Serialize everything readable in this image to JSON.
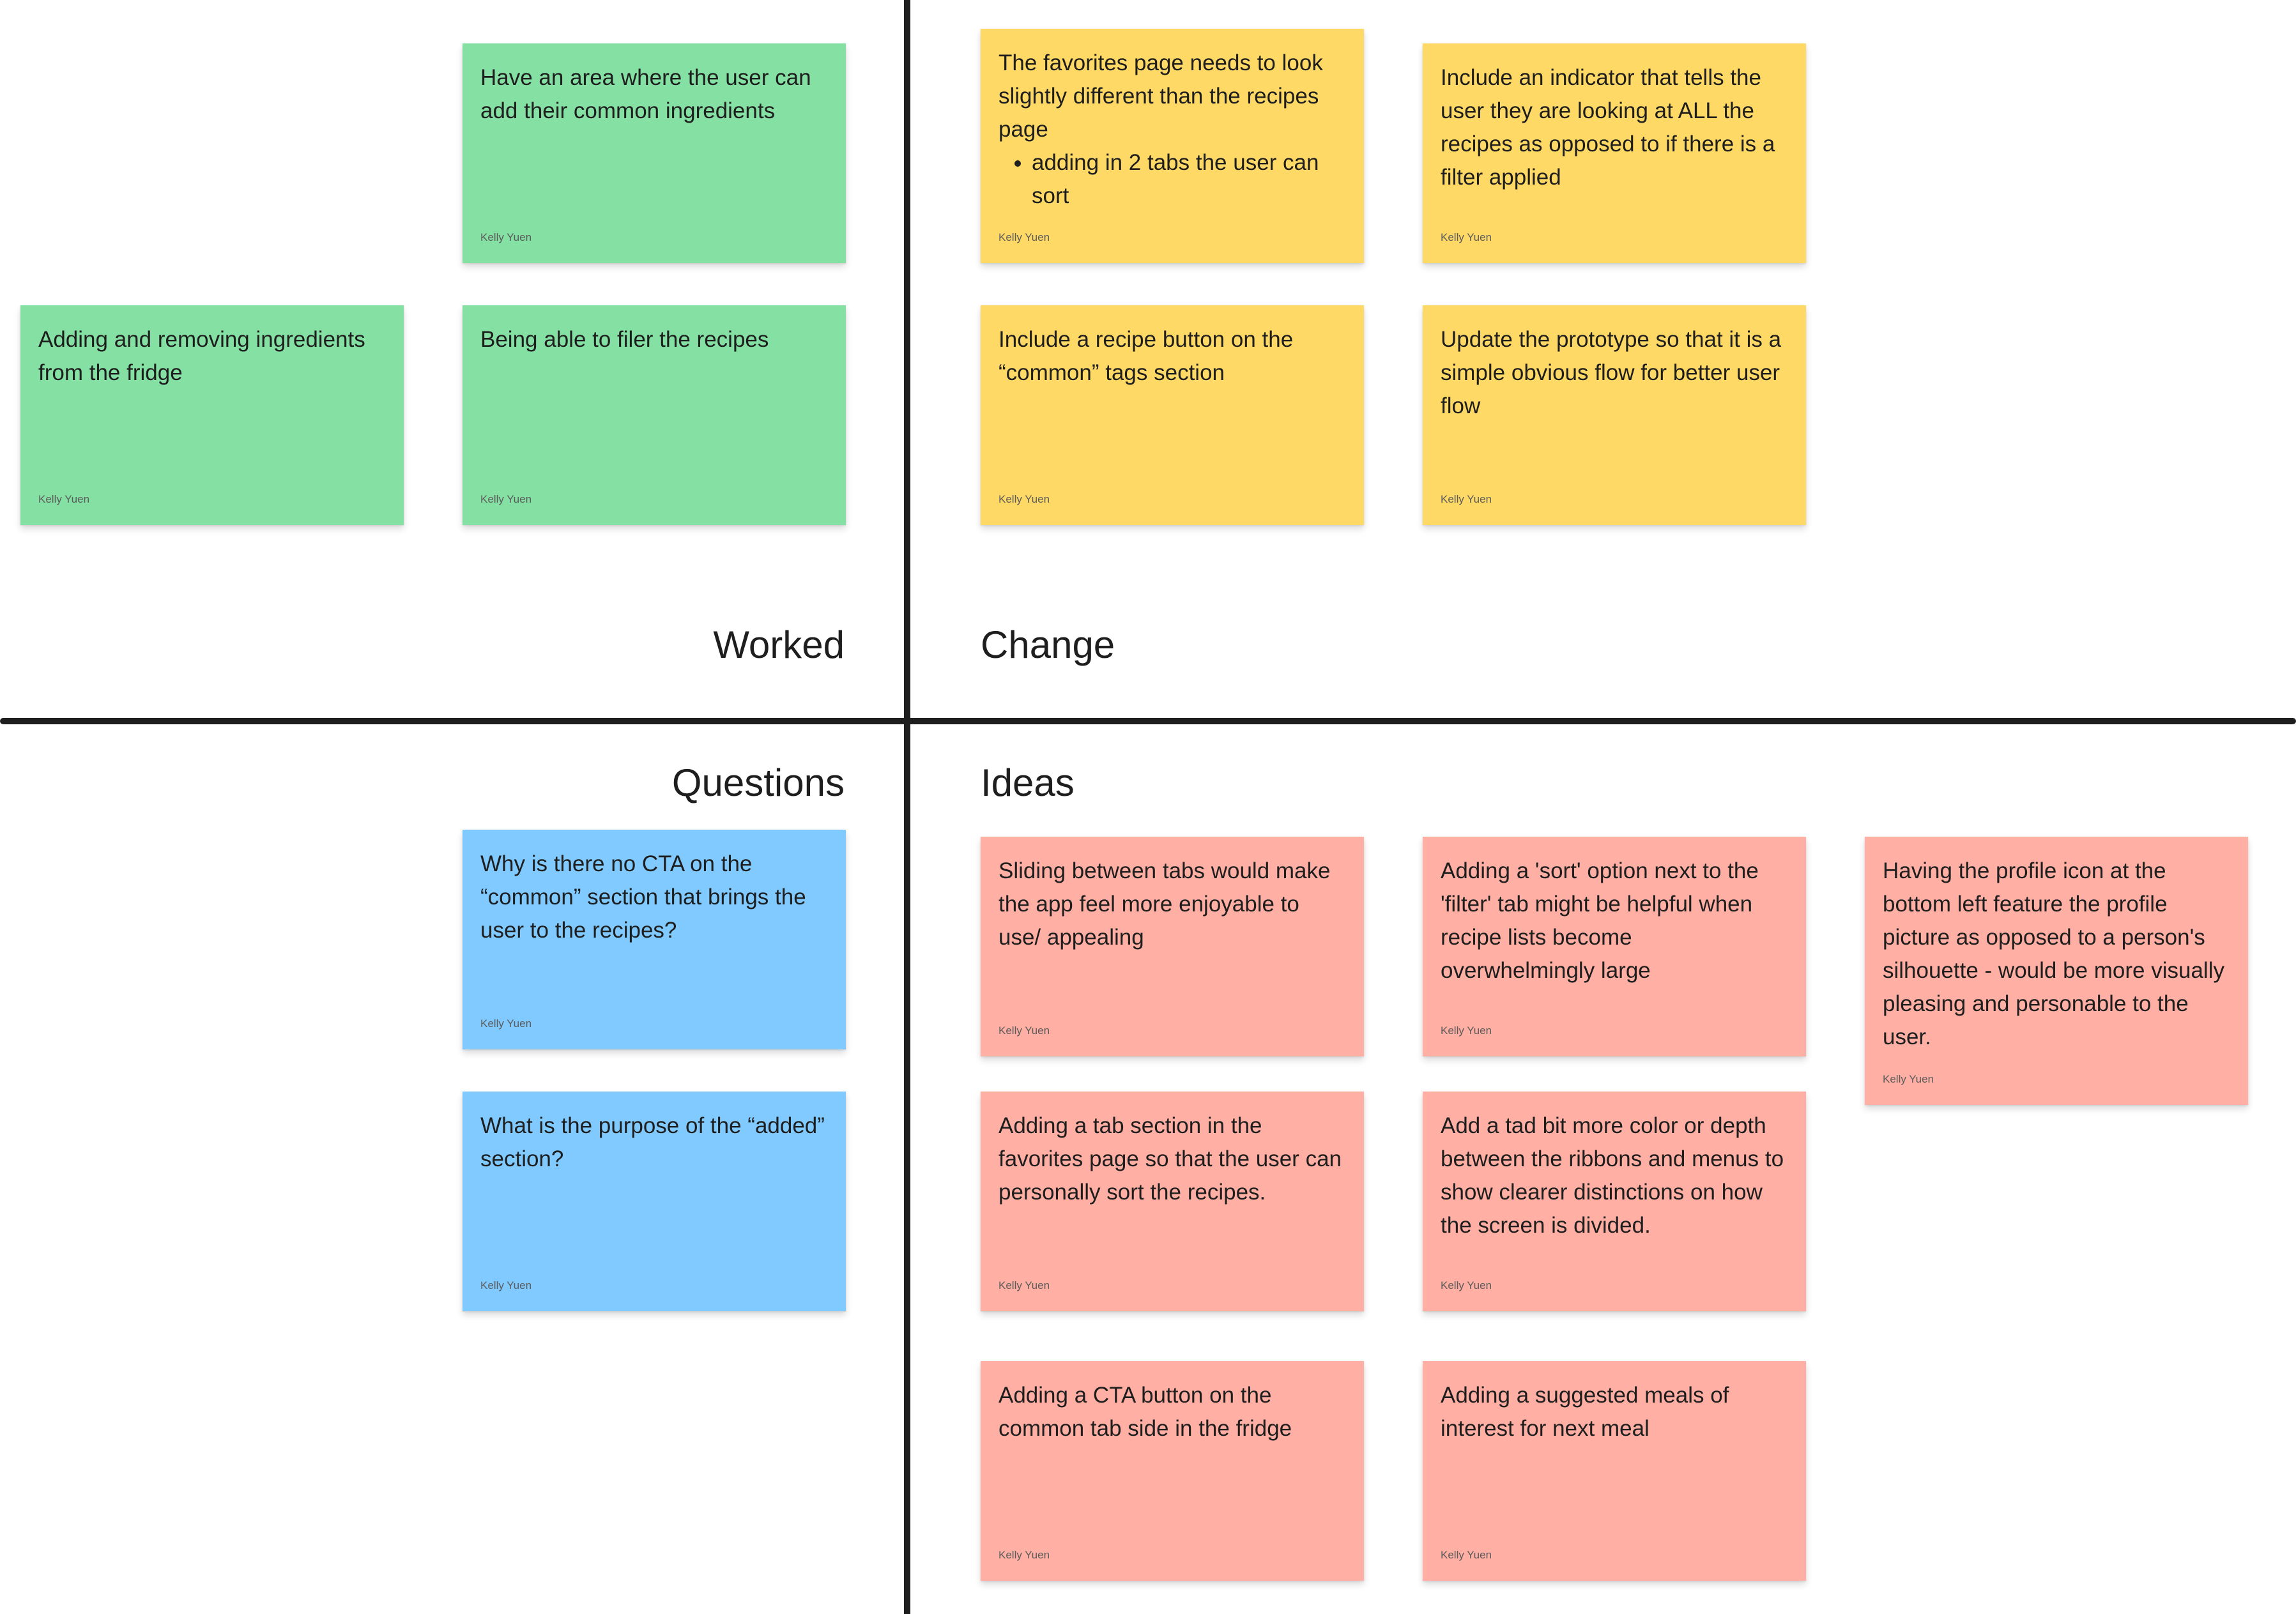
{
  "colors": {
    "green": "#85e0a3",
    "yellow": "#ffd966",
    "blue": "#80caff",
    "red": "#ffafa3",
    "divider": "#1e1e1e"
  },
  "sections": {
    "worked": "Worked",
    "change": "Change",
    "questions": "Questions",
    "ideas": "Ideas"
  },
  "notes": {
    "worked": [
      {
        "text": "Have an area where the user can add their common ingredients",
        "author": "Kelly Yuen"
      },
      {
        "text": "Adding and removing ingredients from the fridge",
        "author": "Kelly Yuen"
      },
      {
        "text": "Being able to filer the recipes",
        "author": "Kelly Yuen"
      }
    ],
    "change": [
      {
        "text": "The favorites page needs to look slightly different than the recipes page",
        "bullet": "adding in 2 tabs the user can sort",
        "author": "Kelly Yuen"
      },
      {
        "text": "Include an indicator that tells the user they are looking at ALL the recipes as opposed to if there is a filter applied",
        "author": "Kelly Yuen"
      },
      {
        "text": "Include a recipe button on the “common” tags section",
        "author": "Kelly Yuen"
      },
      {
        "text": "Update the prototype so that it is a simple obvious flow for better user flow",
        "author": "Kelly Yuen"
      }
    ],
    "questions": [
      {
        "text": "Why is there no CTA on the “common” section that brings the user to the recipes?",
        "author": "Kelly Yuen"
      },
      {
        "text": "What is the purpose of the “added” section?",
        "author": "Kelly Yuen"
      }
    ],
    "ideas": [
      {
        "text": "Sliding between tabs would make the app feel more enjoyable to use/ appealing",
        "author": "Kelly Yuen"
      },
      {
        "text": "Adding a 'sort' option next to the 'filter' tab might be helpful when recipe lists become overwhelmingly large",
        "author": "Kelly Yuen"
      },
      {
        "text": "Having the profile icon at the bottom left feature the profile picture as opposed to a person's silhouette - would be more visually pleasing and personable to the user.",
        "author": "Kelly Yuen"
      },
      {
        "text": "Adding a tab section in the favorites page so that the user can personally sort the recipes.",
        "author": "Kelly Yuen"
      },
      {
        "text": "Add a tad bit more color or depth between the ribbons and menus to show clearer distinctions on how the screen is divided.",
        "author": "Kelly Yuen"
      },
      {
        "text": "Adding a CTA button on the common tab side in the fridge",
        "author": "Kelly Yuen"
      },
      {
        "text": "Adding a suggested meals of interest for next meal",
        "author": "Kelly Yuen"
      }
    ]
  }
}
